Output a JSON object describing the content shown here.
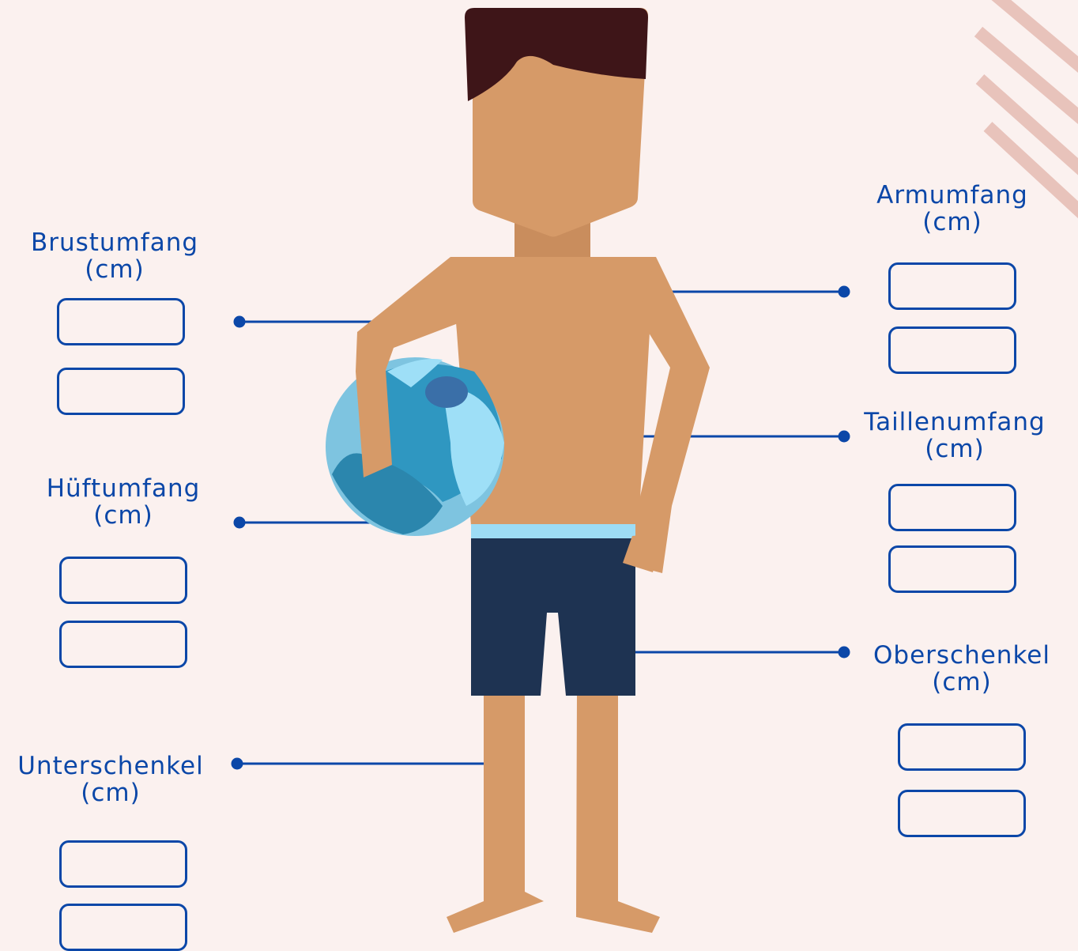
{
  "colors": {
    "background": "#fbf1ef",
    "accent": "#0b47a8",
    "skin": "#d69a68",
    "hair": "#3e1518",
    "shorts": "#1e3352",
    "waistband": "#9ddcf5",
    "stripes": "#e8c3bb"
  },
  "measurements": [
    {
      "id": "brust",
      "label": "Brustumfang",
      "unit": "(cm)",
      "values": [
        "",
        ""
      ]
    },
    {
      "id": "hueft",
      "label": "Hüftumfang",
      "unit": "(cm)",
      "values": [
        "",
        ""
      ]
    },
    {
      "id": "unterschenkel",
      "label": "Unterschenkel",
      "unit": "(cm)",
      "values": [
        "",
        ""
      ]
    },
    {
      "id": "arm",
      "label": "Armumfang",
      "unit": "(cm)",
      "values": [
        "",
        ""
      ]
    },
    {
      "id": "taille",
      "label": "Taillenumfang",
      "unit": "(cm)",
      "values": [
        "",
        ""
      ]
    },
    {
      "id": "oberschenkel",
      "label": "Oberschenkel",
      "unit": "(cm)",
      "values": [
        "",
        ""
      ]
    }
  ],
  "illustration": {
    "figure": "person-with-beach-ball",
    "icons": [
      "beach-ball-icon",
      "person-figure",
      "decorative-stripes"
    ]
  }
}
